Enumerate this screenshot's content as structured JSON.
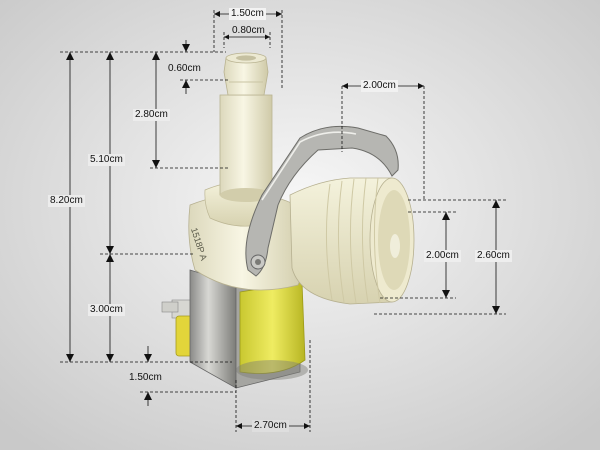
{
  "dimensions": {
    "outlet_outer_diameter": "1.50cm",
    "outlet_inner_diameter": "0.80cm",
    "outlet_rim": "0.60cm",
    "outlet_length": "2.80cm",
    "upper_body_height": "5.10cm",
    "total_height": "8.20cm",
    "lower_body_height": "3.00cm",
    "inlet_length": "2.00cm",
    "inlet_thread_diameter": "2.00cm",
    "inlet_outer_diameter": "2.60cm",
    "coil_offset": "1.50cm",
    "coil_width": "2.70cm"
  },
  "product": {
    "part_marking": "1518P A"
  }
}
